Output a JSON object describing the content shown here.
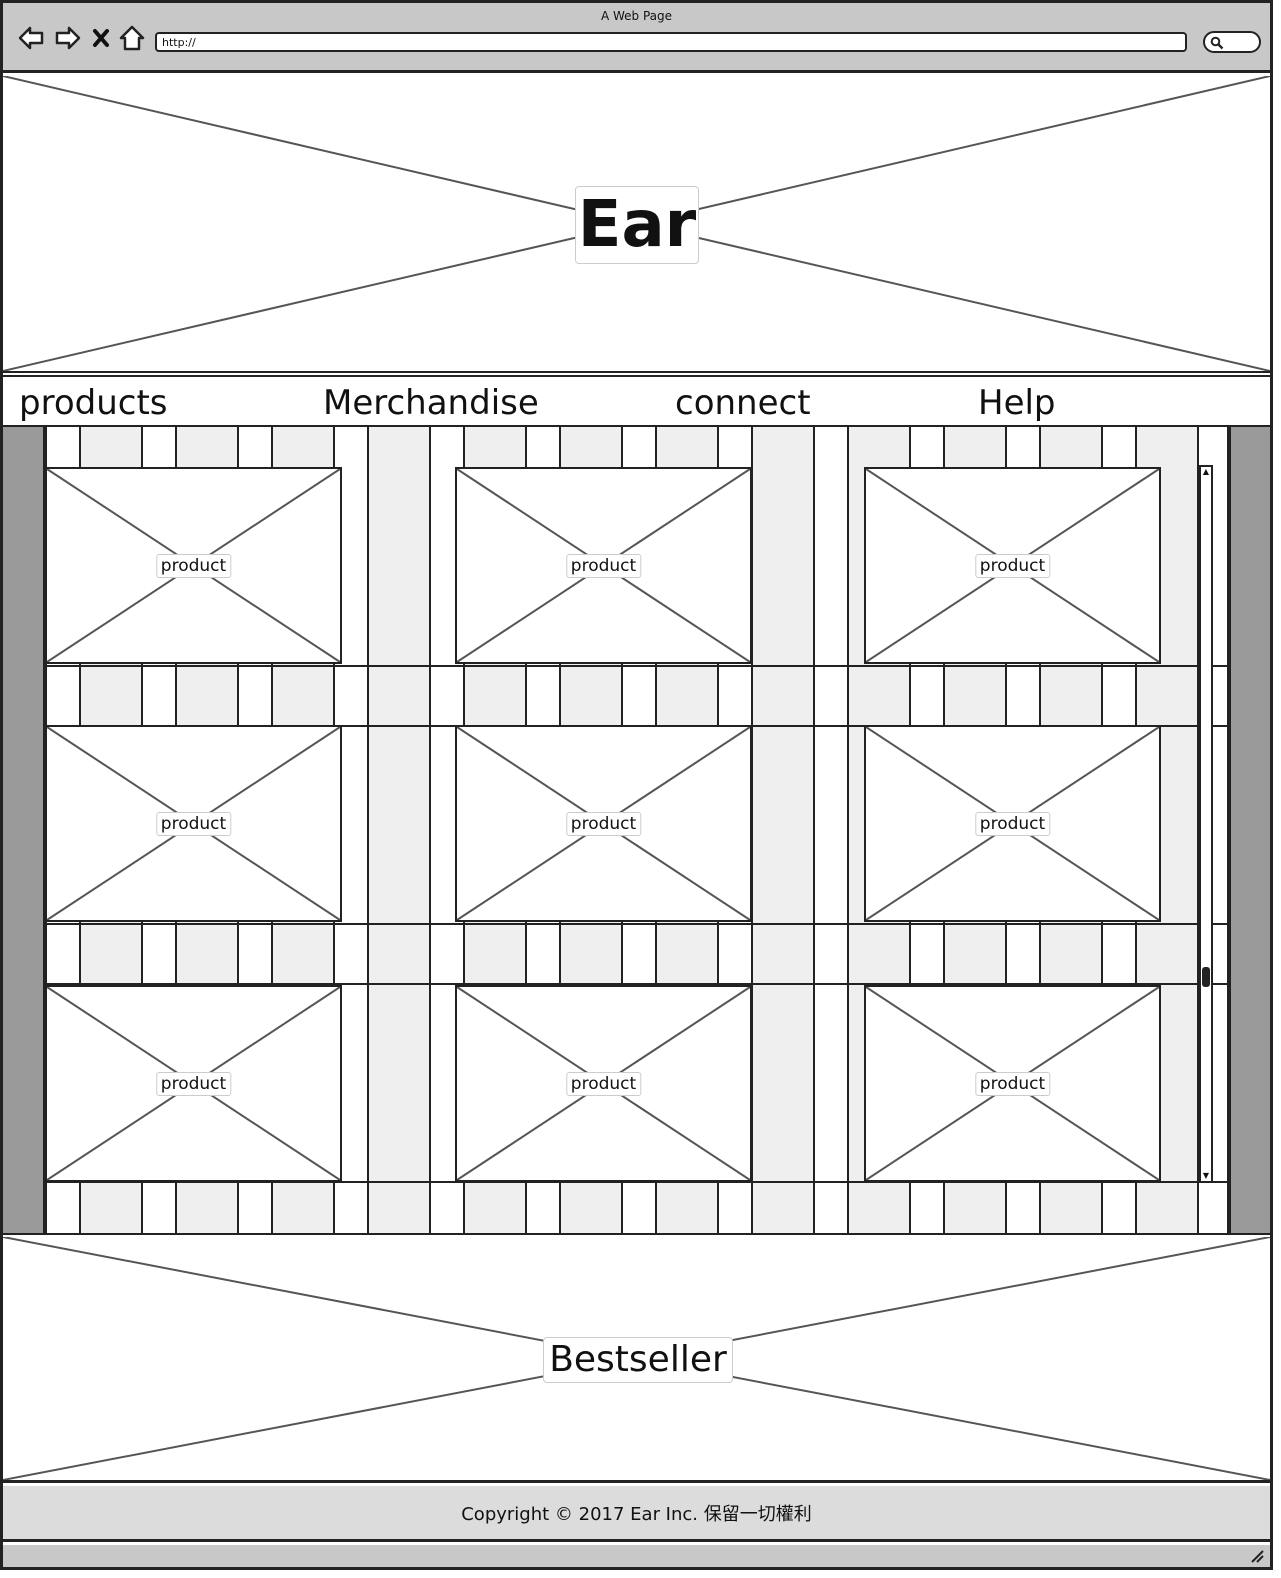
{
  "window": {
    "title": "A Web Page"
  },
  "toolbar": {
    "back_icon": "back-arrow-icon",
    "forward_icon": "forward-arrow-icon",
    "stop_icon": "close-icon",
    "home_icon": "home-icon",
    "url": "http://",
    "search_icon": "search-icon"
  },
  "hero": {
    "label": "Ear"
  },
  "nav": {
    "items": [
      {
        "label": "products"
      },
      {
        "label": "Merchandise"
      },
      {
        "label": "connect"
      },
      {
        "label": "Help"
      }
    ]
  },
  "products": {
    "items": [
      {
        "label": "product"
      },
      {
        "label": "product"
      },
      {
        "label": "product"
      },
      {
        "label": "product"
      },
      {
        "label": "product"
      },
      {
        "label": "product"
      },
      {
        "label": "product"
      },
      {
        "label": "product"
      },
      {
        "label": "product"
      }
    ]
  },
  "bestseller": {
    "label": "Bestseller"
  },
  "footer": {
    "copyright": "Copyright © 2017 Ear Inc. 保留一切權利"
  },
  "colors": {
    "chrome": "#c8c8c8",
    "sidebar": "#9a9a9a",
    "content_bg": "#efefef",
    "footer_bg": "#dcdcdc"
  }
}
